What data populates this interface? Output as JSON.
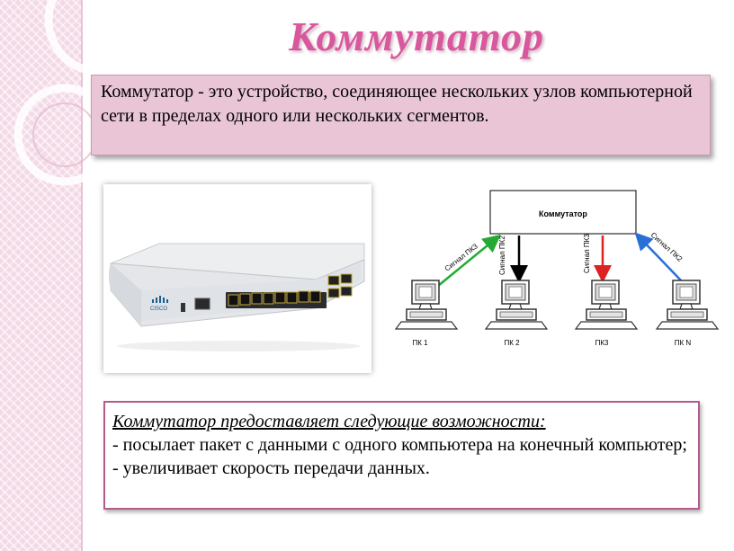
{
  "slide": {
    "title": "Коммутатор",
    "definition": "Коммутатор - это устройство, соединяющее нескольких узлов компьютерной сети в пределах одного или нескольких сегментов.",
    "colors": {
      "title": "#d9579c",
      "definition_box": "#e9c5d6",
      "side_band": "#f3d9e6",
      "features_border": "#b45a8c"
    }
  },
  "photo": {
    "brand_label": "CISCO"
  },
  "diagram": {
    "switch_label": "Коммутатор",
    "pcs": [
      "ПК 1",
      "ПК 2",
      "ПК3",
      "ПК N"
    ],
    "signals": [
      "Сигнал ПК3",
      "Сигнал ПК2",
      "Сигнал ПК3",
      "Сигнал ПК2"
    ],
    "arrow_colors": [
      "#22aa33",
      "#000000",
      "#dd2222",
      "#2a6fd6"
    ]
  },
  "features": {
    "heading": "Коммутатор предоставляет следующие возможности:",
    "items": [
      "- посылает пакет с данными с одного компьютера на конечный компьютер;",
      "- увеличивает скорость передачи данных."
    ]
  }
}
